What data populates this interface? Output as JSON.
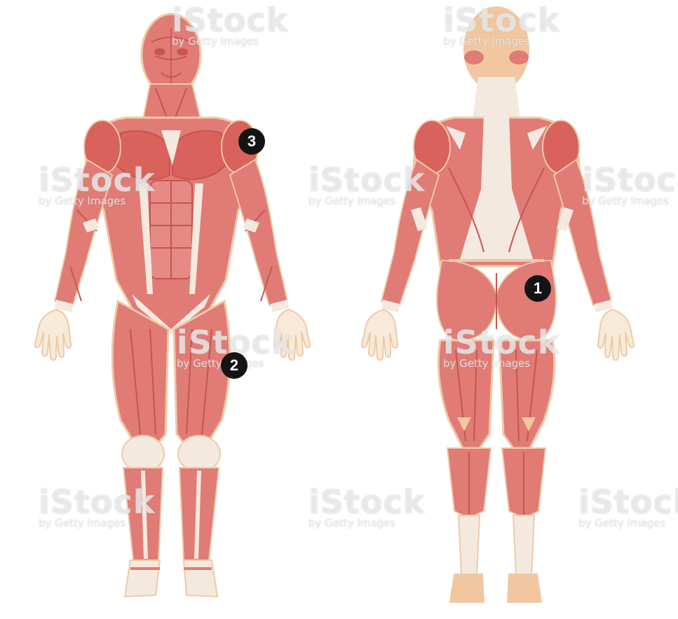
{
  "figure": {
    "views": [
      "front",
      "back"
    ],
    "colors": {
      "muscle": "#e07b76",
      "muscle_dark": "#c9534f",
      "tendon": "#f3e9df",
      "outline": "#efc9a6",
      "skin": "#f2c7a0",
      "marker_bg": "#141414"
    }
  },
  "markers": {
    "one": "1",
    "two": "2",
    "three": "3"
  },
  "watermark": {
    "brand": "iStock",
    "byline": "by Getty Images"
  }
}
